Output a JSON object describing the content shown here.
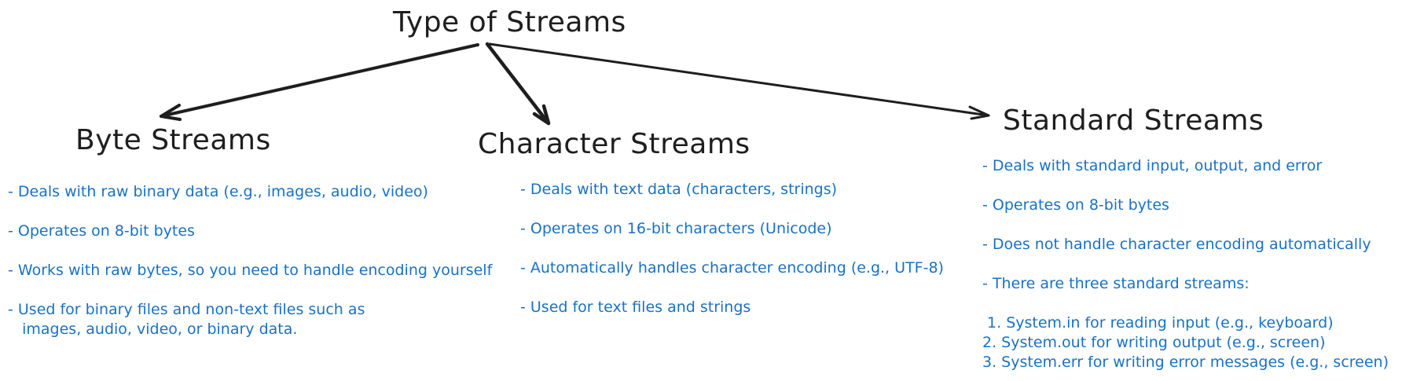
{
  "diagram": {
    "root": {
      "title": "Type of Streams"
    },
    "colors": {
      "title": "#1e1e1e",
      "body": "#1971c2",
      "arrow": "#1e1e1e"
    },
    "branches": [
      {
        "title": "Byte Streams",
        "points": [
          "- Deals with raw binary data (e.g., images, audio, video)",
          "- Operates on 8-bit bytes",
          "- Works with raw bytes, so you need to handle encoding yourself",
          "- Used for binary files and non-text files such as",
          "   images, audio, video, or binary data."
        ]
      },
      {
        "title": "Character Streams",
        "points": [
          "- Deals with text data (characters, strings)",
          "- Operates on 16-bit characters (Unicode)",
          "- Automatically handles character encoding (e.g., UTF-8)",
          "- Used for text files and strings"
        ]
      },
      {
        "title": "Standard Streams",
        "points": [
          "- Deals with standard input, output, and error",
          "- Operates on 8-bit bytes",
          "- Does not handle character encoding automatically",
          "- There are three standard streams:"
        ],
        "sub_points": [
          " 1. System.in for reading input (e.g., keyboard)",
          "2. System.out for writing output (e.g., screen)",
          "3. System.err for writing error messages (e.g., screen)"
        ]
      }
    ],
    "arrows": [
      {
        "from": "Type of Streams",
        "to": "Byte Streams"
      },
      {
        "from": "Type of Streams",
        "to": "Character Streams"
      },
      {
        "from": "Type of Streams",
        "to": "Standard Streams"
      }
    ]
  }
}
